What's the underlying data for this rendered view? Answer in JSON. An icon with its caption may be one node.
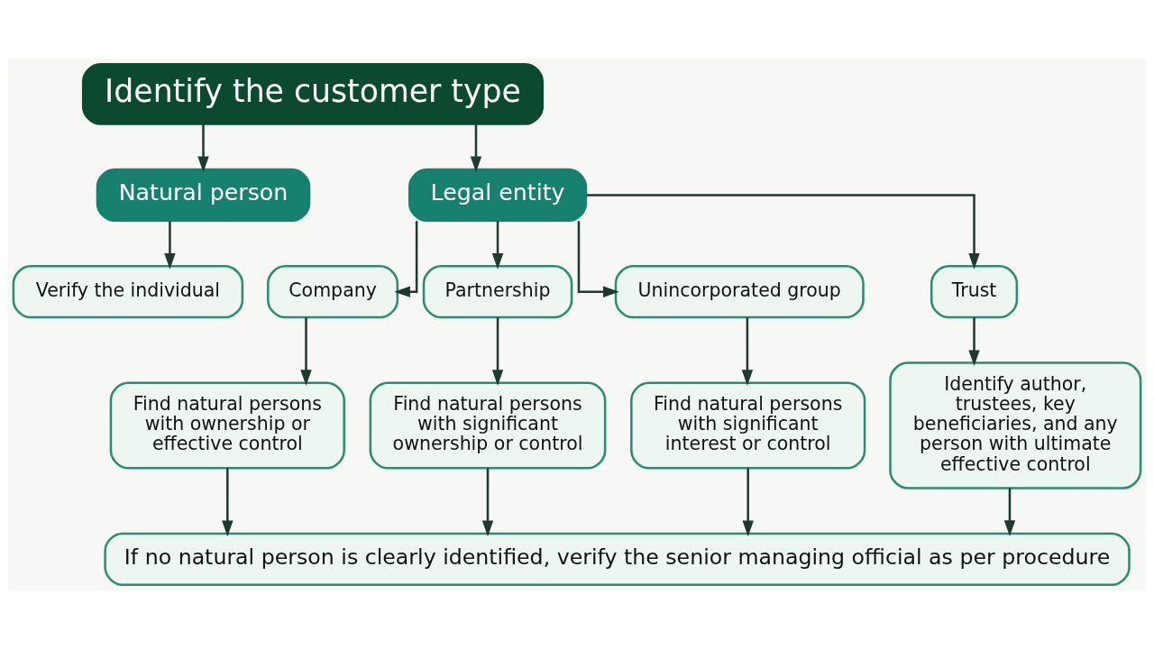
{
  "diagram": {
    "nodes": [
      {
        "text": [
          "Identify the customer type"
        ]
      },
      {
        "text": [
          "Natural person"
        ]
      },
      {
        "text": [
          "Legal entity"
        ]
      },
      {
        "text": [
          "Verify the individual"
        ]
      },
      {
        "text": [
          "Company"
        ]
      },
      {
        "text": [
          "Partnership"
        ]
      },
      {
        "text": [
          "Unincorporated group"
        ]
      },
      {
        "text": [
          "Trust"
        ]
      },
      {
        "text": [
          "Find natural persons with ownership or effective control"
        ]
      },
      {
        "text": [
          "Find natural persons with significant ownership or control"
        ]
      },
      {
        "text": [
          "Find natural persons with significant interest or control"
        ]
      },
      {
        "text": [
          "Identify author, trustees, key beneficiaries, and any person with ultimate effective control"
        ]
      },
      {
        "text": [
          "If no natural person is clearly identified, verify the senior managing official as per procedure"
        ]
      }
    ],
    "edges": [
      {
        "from": 0,
        "to": 1,
        "arrow": "to"
      },
      {
        "from": 0,
        "to": 2,
        "arrow": "to"
      },
      {
        "from": 1,
        "to": 3,
        "arrow": "to"
      },
      {
        "from": 2,
        "to": 4,
        "arrow": "to"
      },
      {
        "from": 2,
        "to": 5,
        "arrow": "to"
      },
      {
        "from": 2,
        "to": 6,
        "arrow": "to"
      },
      {
        "from": 2,
        "to": 7,
        "arrow": "to"
      },
      {
        "from": 4,
        "to": 8,
        "arrow": "to"
      },
      {
        "from": 5,
        "to": 9,
        "arrow": "to"
      },
      {
        "from": 6,
        "to": 10,
        "arrow": "to"
      },
      {
        "from": 7,
        "to": 11,
        "arrow": "to"
      },
      {
        "from": 8,
        "to": 12,
        "arrow": "to"
      },
      {
        "from": 9,
        "to": 12,
        "arrow": "to"
      },
      {
        "from": 10,
        "to": 12,
        "arrow": "to"
      },
      {
        "from": 11,
        "to": 12,
        "arrow": "to"
      }
    ]
  }
}
